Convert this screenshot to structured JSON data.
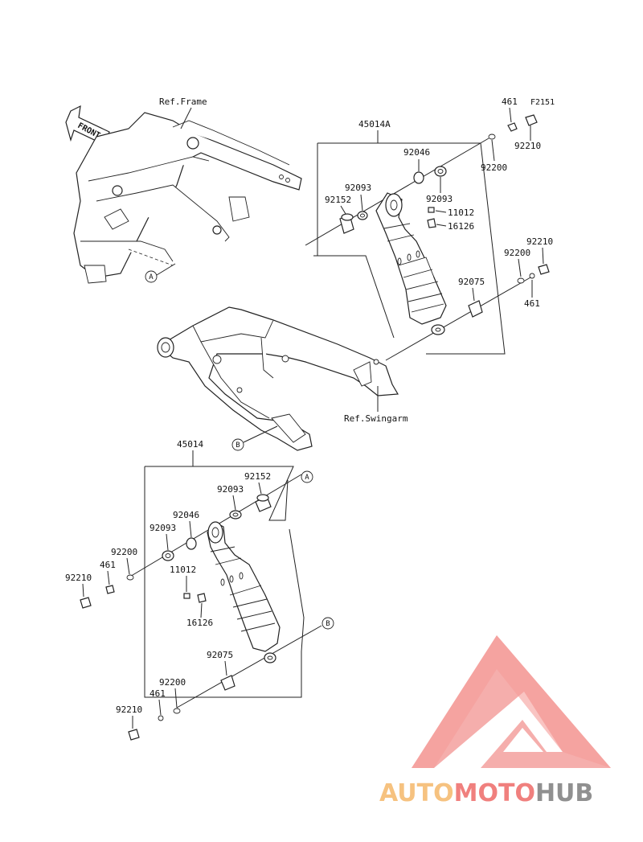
{
  "diagram_id": "F2151",
  "front_label": "FRONT",
  "ref_frame": "Ref.Frame",
  "ref_swingarm": "Ref.Swingarm",
  "upper": {
    "assembly": "45014A",
    "p461": "461",
    "p92210a": "92210",
    "p92200a": "92200",
    "p92046": "92046",
    "p92093a": "92093",
    "p92093b": "92093",
    "p92152": "92152",
    "p11012": "11012",
    "p16126": "16126",
    "p92210b": "92210",
    "p92200b": "92200",
    "p461b": "461",
    "p92075": "92075"
  },
  "lower": {
    "assembly": "45014",
    "p92152": "92152",
    "p92093a": "92093",
    "p92046": "92046",
    "p92093b": "92093",
    "p92200a": "92200",
    "p461a": "461",
    "p92210a": "92210",
    "p11012": "11012",
    "p16126": "16126",
    "p92075": "92075",
    "p92200b": "92200",
    "p461b": "461",
    "p92210b": "92210"
  },
  "refs": {
    "a": "A",
    "b": "B"
  },
  "logo": {
    "part1": "AUTO",
    "part2": "MOTO",
    "part3": "HUB"
  },
  "colors": {
    "logo_orange": "#f5b86a",
    "logo_red": "#ee6a68",
    "logo_gray": "#7d7d7d",
    "triangle": "#f48b87"
  }
}
